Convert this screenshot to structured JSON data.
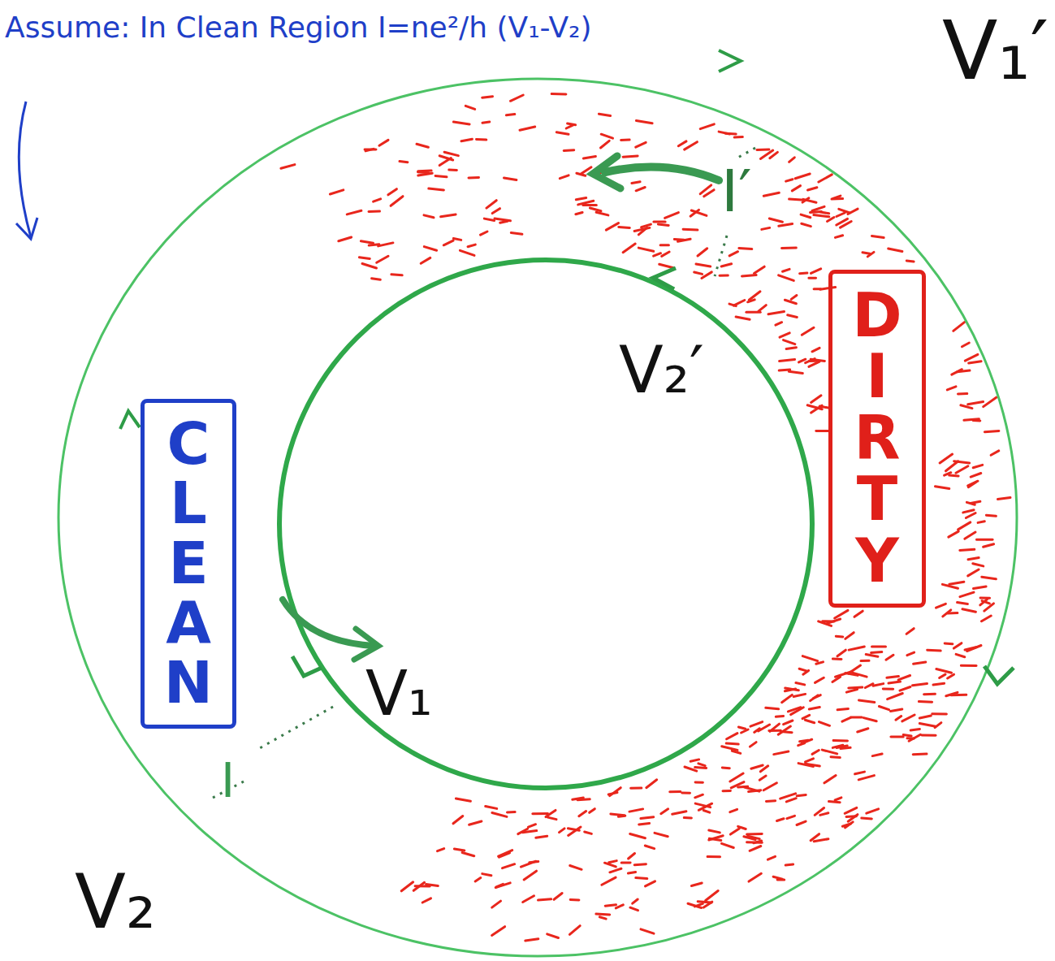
{
  "diagram": {
    "nodes": [
      {
        "text": [
          "CLEAN"
        ]
      },
      {
        "text": [
          "DIRTY"
        ]
      }
    ],
    "labels": [
      "Assume: In Clean Region I=ne²/h (V₁-V₂)",
      "V₁′",
      "V₂′",
      "V₁",
      "V₂",
      "I",
      "I′"
    ]
  }
}
